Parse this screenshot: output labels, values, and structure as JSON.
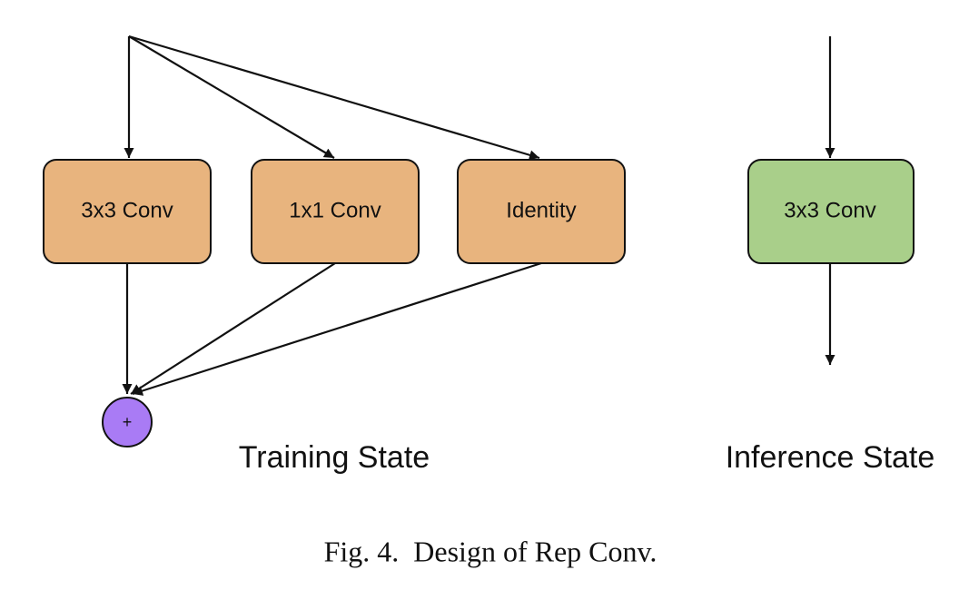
{
  "training": {
    "boxes": [
      {
        "label": "3x3 Conv"
      },
      {
        "label": "1x1 Conv"
      },
      {
        "label": "Identity"
      }
    ],
    "sum_symbol": "+",
    "state_label": "Training State"
  },
  "inference": {
    "box": {
      "label": "3x3 Conv"
    },
    "state_label": "Inference State"
  },
  "caption": "Fig. 4.  Design of Rep Conv.",
  "colors": {
    "branch_fill": "#E8B47E",
    "inference_fill": "#A9CF8A",
    "sum_fill": "#A97BF5",
    "stroke": "#111111"
  }
}
